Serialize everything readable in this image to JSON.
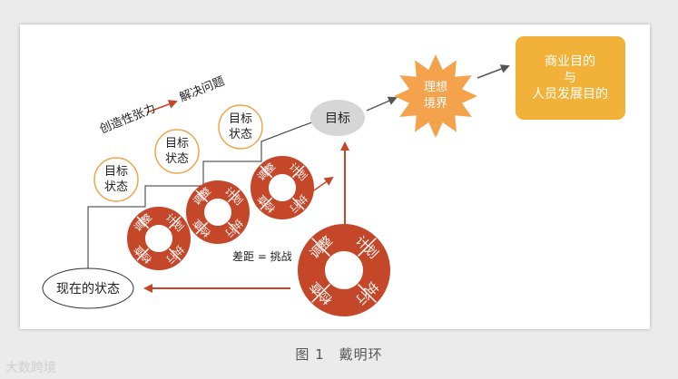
{
  "diagram": {
    "tension_left": "创造性张力",
    "tension_right": "解决问题",
    "goal_state": "目标状态",
    "goal": "目标",
    "ideal": [
      "理想",
      "境界"
    ],
    "business_goal": [
      "商业目的",
      "与",
      "人员发展目的"
    ],
    "current_state": "现在的状态",
    "gap": "差距 = 挑战",
    "cycle_steps": [
      "调整",
      "计划",
      "执行",
      "检查"
    ]
  },
  "caption": "图 1　戴明环",
  "watermark": "大数跨境",
  "colors": {
    "cycle": "#c4472a",
    "arrow": "#c4472a",
    "goal_circle_border": "#f0a54a",
    "burst": "#f4a24c",
    "business_box": "#f2b23a",
    "goal_ellipse": "#d6d6d6"
  }
}
